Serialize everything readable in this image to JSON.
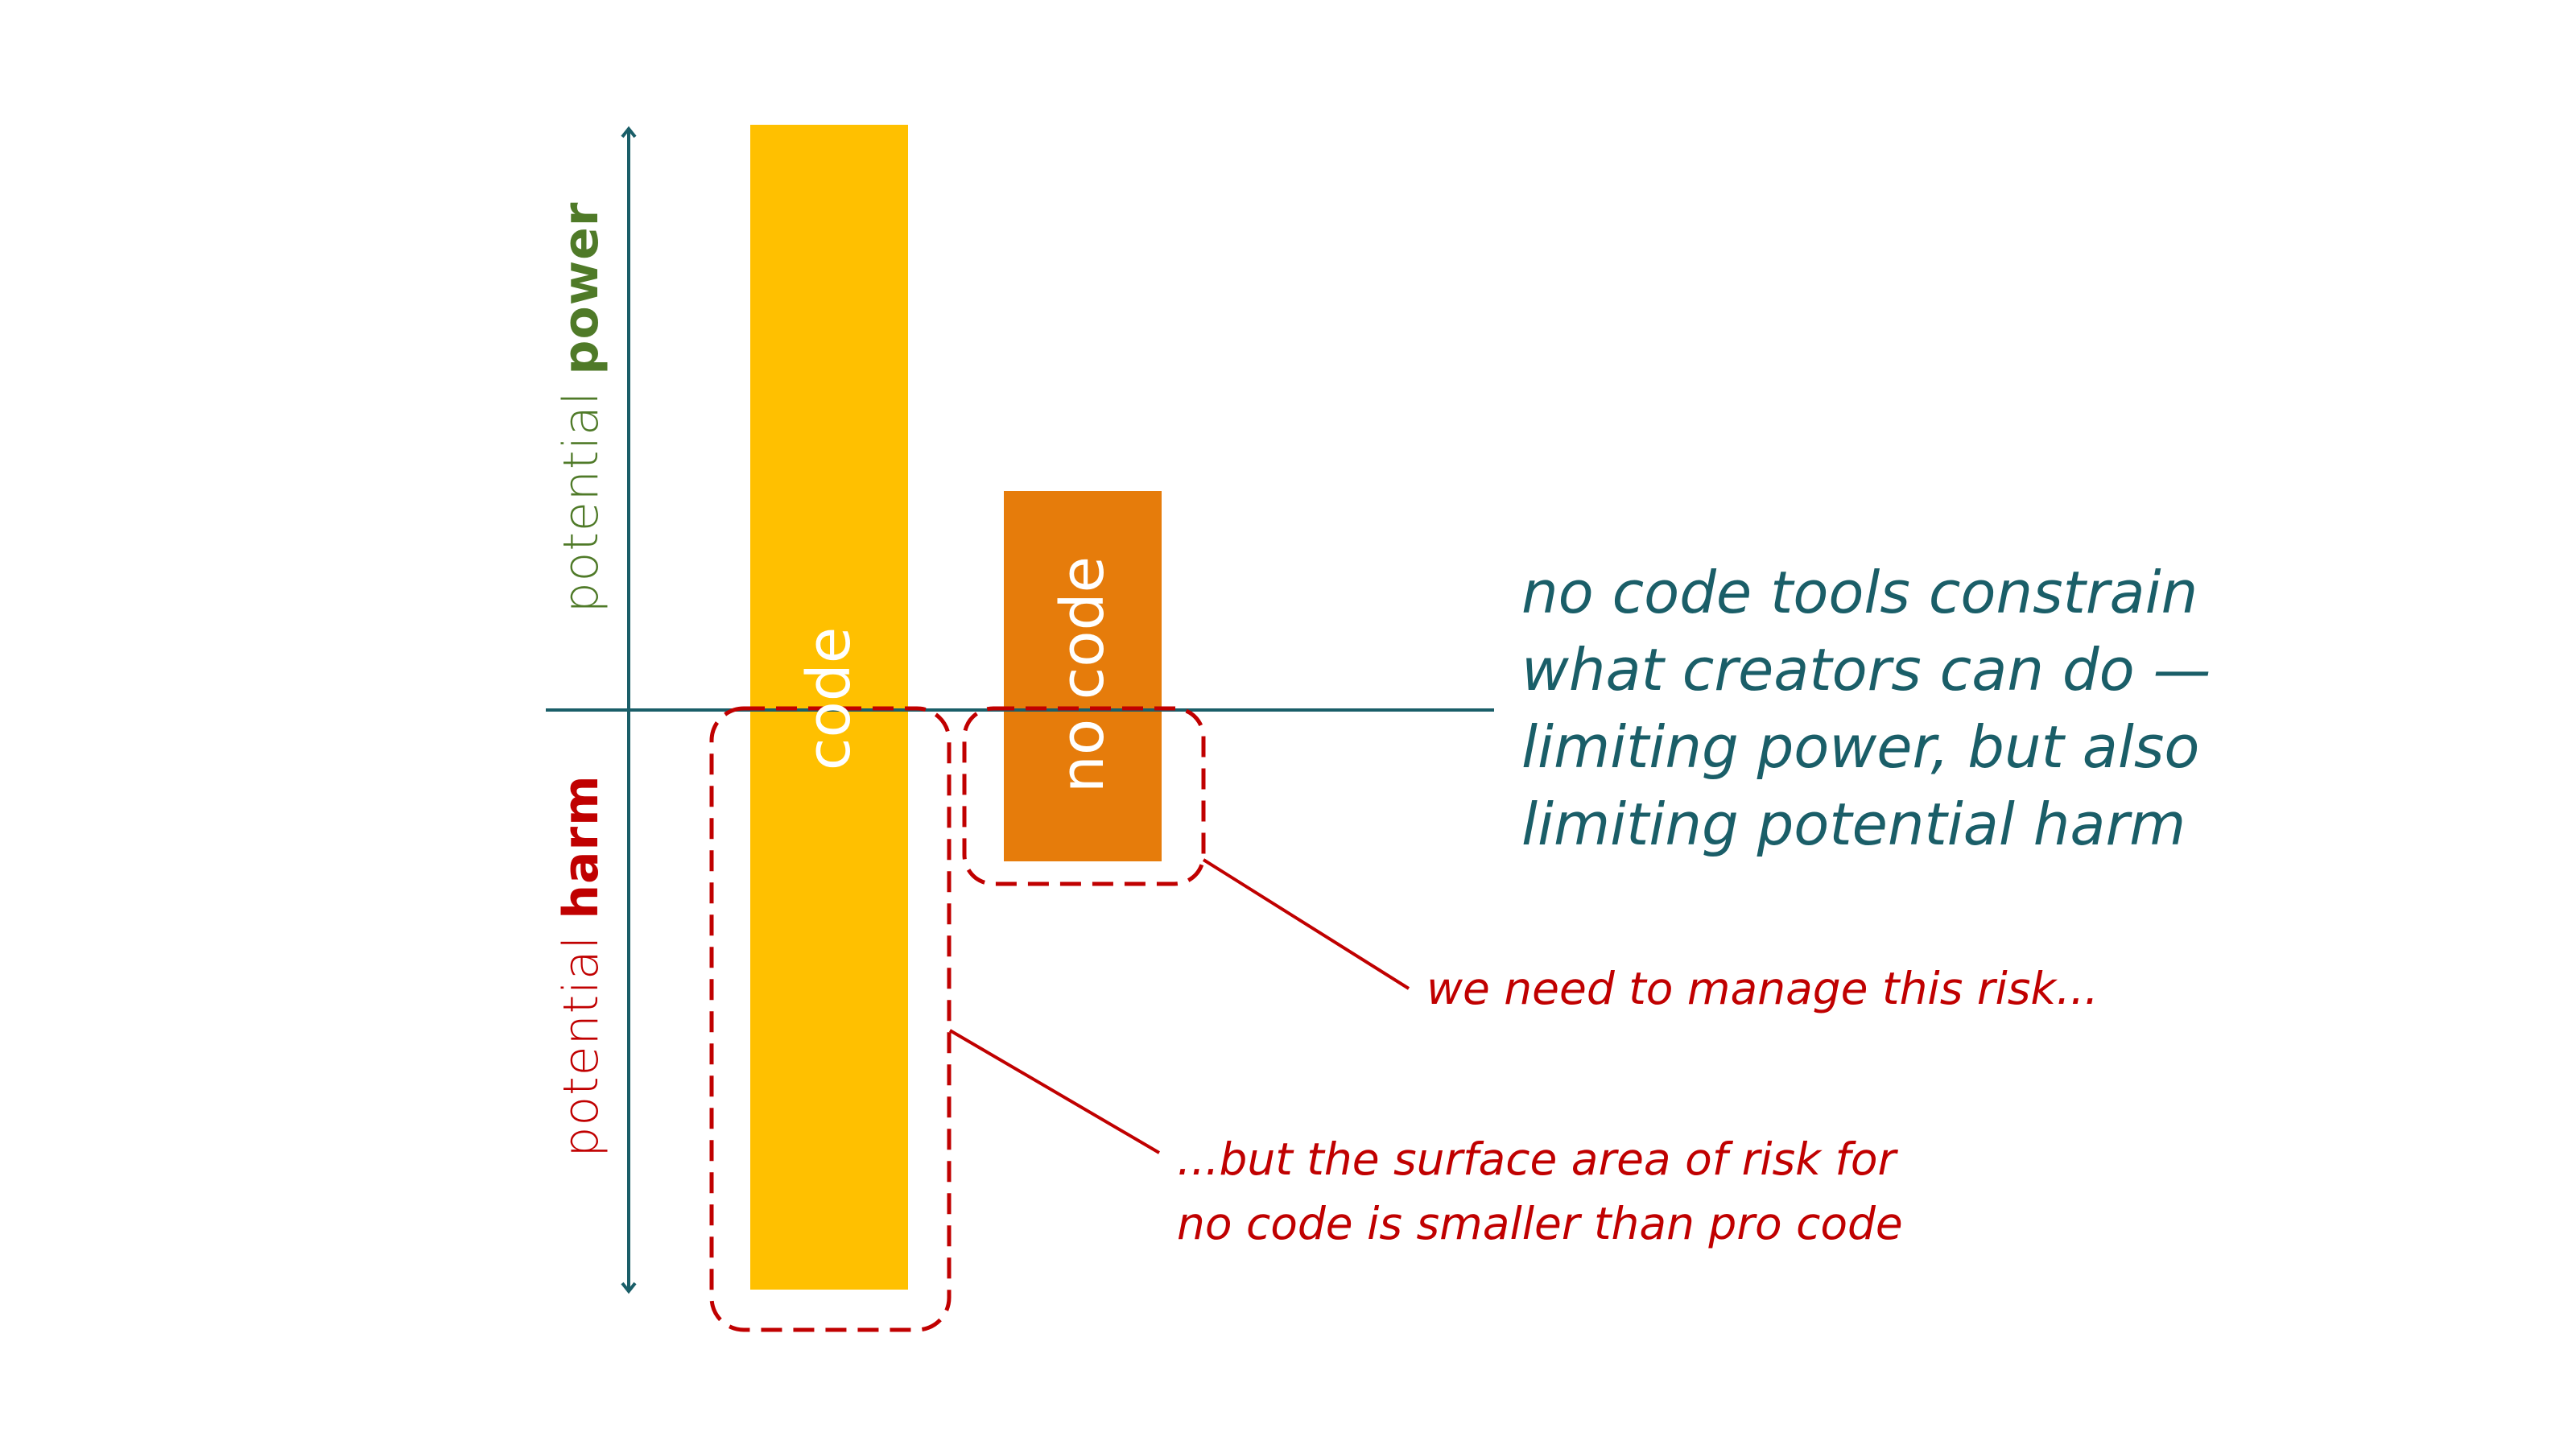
{
  "axis": {
    "upper_prefix": "potential ",
    "upper_emphasis": "power",
    "lower_prefix": "potential ",
    "lower_emphasis": "harm"
  },
  "bars": {
    "code_label": "code",
    "no_code_label": "no code"
  },
  "notes": {
    "main_lines": [
      "no code tools constrain",
      "what creators can do —",
      "limiting power, but also",
      "limiting potential harm"
    ],
    "risk_callout": "we need to manage this risk...",
    "surface_lines": [
      "...but the surface area of risk for",
      "no code is smaller than pro code"
    ]
  },
  "colors": {
    "axis": "#1a5e68",
    "power_green": "#4f7a28",
    "harm_red": "#c00000",
    "code_bar": "#ffc000",
    "no_code_bar": "#e67c0b",
    "dashed_box": "#c00000"
  }
}
